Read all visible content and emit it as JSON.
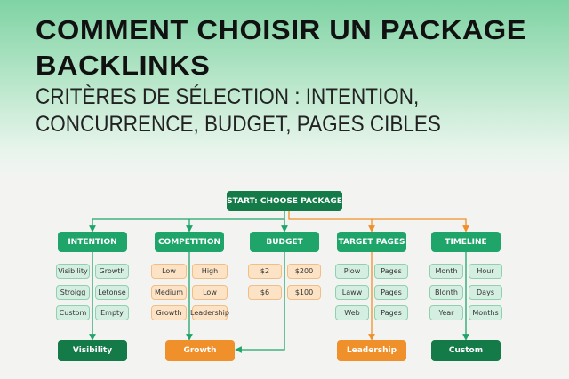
{
  "title": "Comment choisir un package backlinks",
  "subtitle": "Critères de sélection : intention, concurrence, budget, pages cibles",
  "start": "START: CHOOSE PACKAGE",
  "columns": [
    {
      "header": "INTENTION",
      "chips": [
        [
          "Visibility",
          "Growth"
        ],
        [
          "Stroigg",
          "Letonse"
        ],
        [
          "Custom",
          "Empty"
        ]
      ],
      "result": "Visibility"
    },
    {
      "header": "COMPETITION",
      "chips": [
        [
          "Low",
          "High"
        ],
        [
          "Medium",
          "Low"
        ],
        [
          "Growth",
          "Leadership"
        ]
      ],
      "result": "Growth"
    },
    {
      "header": "BUDGET",
      "chips": [
        [
          "$2",
          "$200"
        ],
        [
          "$6",
          "$100"
        ]
      ]
    },
    {
      "header": "TARGET PAGES",
      "chips": [
        [
          "Plow",
          "Pages"
        ],
        [
          "Laww",
          "Pages"
        ],
        [
          "Web",
          "Pages"
        ]
      ],
      "result": "Leadership"
    },
    {
      "header": "TIMELINE",
      "chips": [
        [
          "Month",
          "Hour"
        ],
        [
          "Blonth",
          "Days"
        ],
        [
          "Year",
          "Months"
        ]
      ],
      "result": "Custom"
    }
  ],
  "colors": {
    "green": "#1fa56a",
    "dark_green": "#137a48",
    "orange": "#f0902a"
  }
}
